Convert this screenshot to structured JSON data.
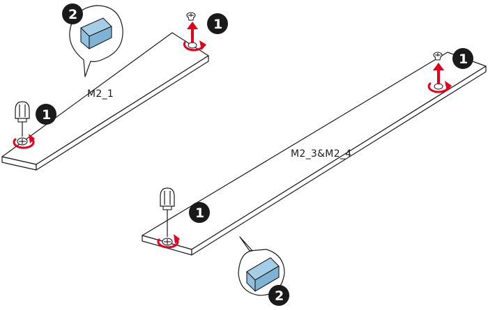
{
  "slots": {
    "first": {
      "label": "M2_1"
    },
    "second": {
      "label": "M2_3&M2_4"
    }
  },
  "steps": {
    "remove_screw": "1",
    "remove_protective_film": "2"
  },
  "colors": {
    "arrow": "#e3001b",
    "thermal_pad": "#a6cde6",
    "badge": "#1a1a1a",
    "line": "#1a1a1a"
  },
  "icons": [
    "screwdriver-icon",
    "screw-icon",
    "rotate-arrow-icon",
    "up-arrow-icon",
    "thermal-pad-icon",
    "step-badge-icon"
  ]
}
